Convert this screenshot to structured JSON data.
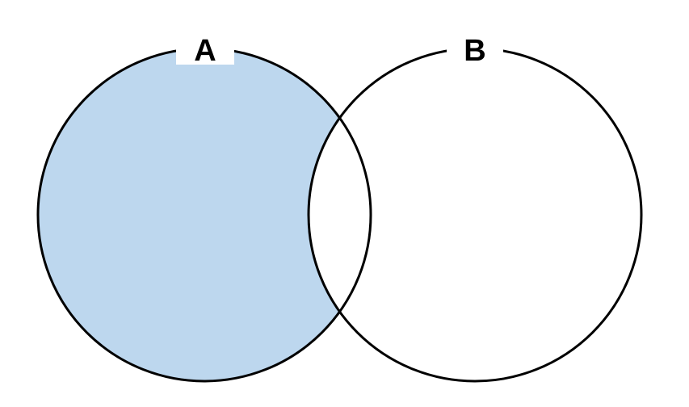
{
  "diagram": {
    "type": "venn",
    "sets": [
      {
        "id": "A",
        "label": "A",
        "highlighted": true
      },
      {
        "id": "B",
        "label": "B",
        "highlighted": false
      }
    ],
    "highlighted_region": "A minus B",
    "colors": {
      "highlight_fill": "#bdd7ee",
      "outline": "#000000",
      "background": "#ffffff"
    }
  }
}
